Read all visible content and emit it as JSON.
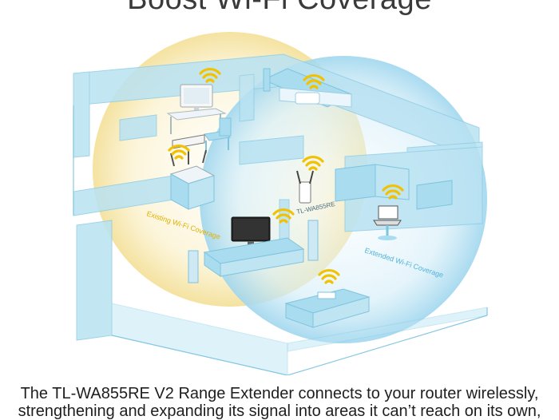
{
  "header": {
    "title": "Boost Wi-Fi Coverage"
  },
  "illustration": {
    "device_label": "TL-WA855RE",
    "existing_coverage_label": "Existing Wi-Fi Coverage",
    "extended_coverage_label": "Extended Wi-Fi Coverage",
    "colors": {
      "existing_zone": "#f5e6a8",
      "extended_zone": "#bfe3f2",
      "walls": "#a9dcef",
      "wifi_signal": "#f2c200"
    },
    "icons": [
      "router-icon",
      "extender-icon",
      "monitor-icon",
      "bed-icon",
      "tv-icon",
      "laptop-icon",
      "sofa-icon",
      "wifi-icon"
    ]
  },
  "caption": {
    "line1": "The TL-WA855RE V2  Range Extender connects to your router wirelessly,",
    "line2": "strengthening and expanding its signal into areas it can’t reach on its own,"
  }
}
